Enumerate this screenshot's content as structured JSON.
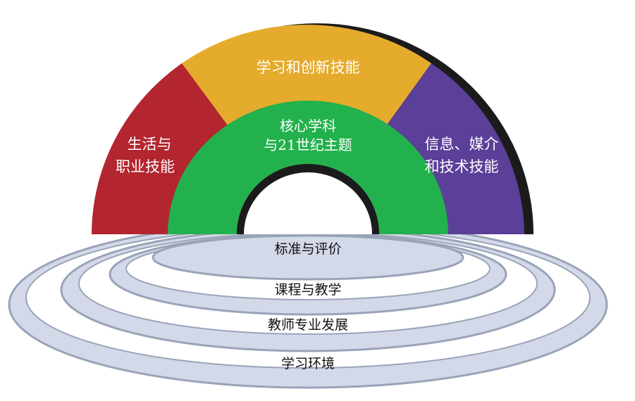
{
  "title_fragment": "",
  "arch": {
    "segments": [
      {
        "key": "life",
        "lines": [
          "生活与",
          "职业技能"
        ],
        "color": "#b3252f"
      },
      {
        "key": "learning",
        "lines": [
          "学习和创新技能"
        ],
        "color": "#e5ab2c"
      },
      {
        "key": "media",
        "lines": [
          "信息、媒介",
          "和技术技能"
        ],
        "color": "#5b3f98"
      }
    ],
    "core": {
      "lines": [
        "核心学科",
        "与21世纪主题"
      ],
      "color": "#22b14c"
    }
  },
  "rings": {
    "labels": [
      "标准与评价",
      "课程与教学",
      "教师专业发展",
      "学习环境"
    ],
    "fill": "#d3d9e8",
    "edge": "#9aa3b8"
  }
}
